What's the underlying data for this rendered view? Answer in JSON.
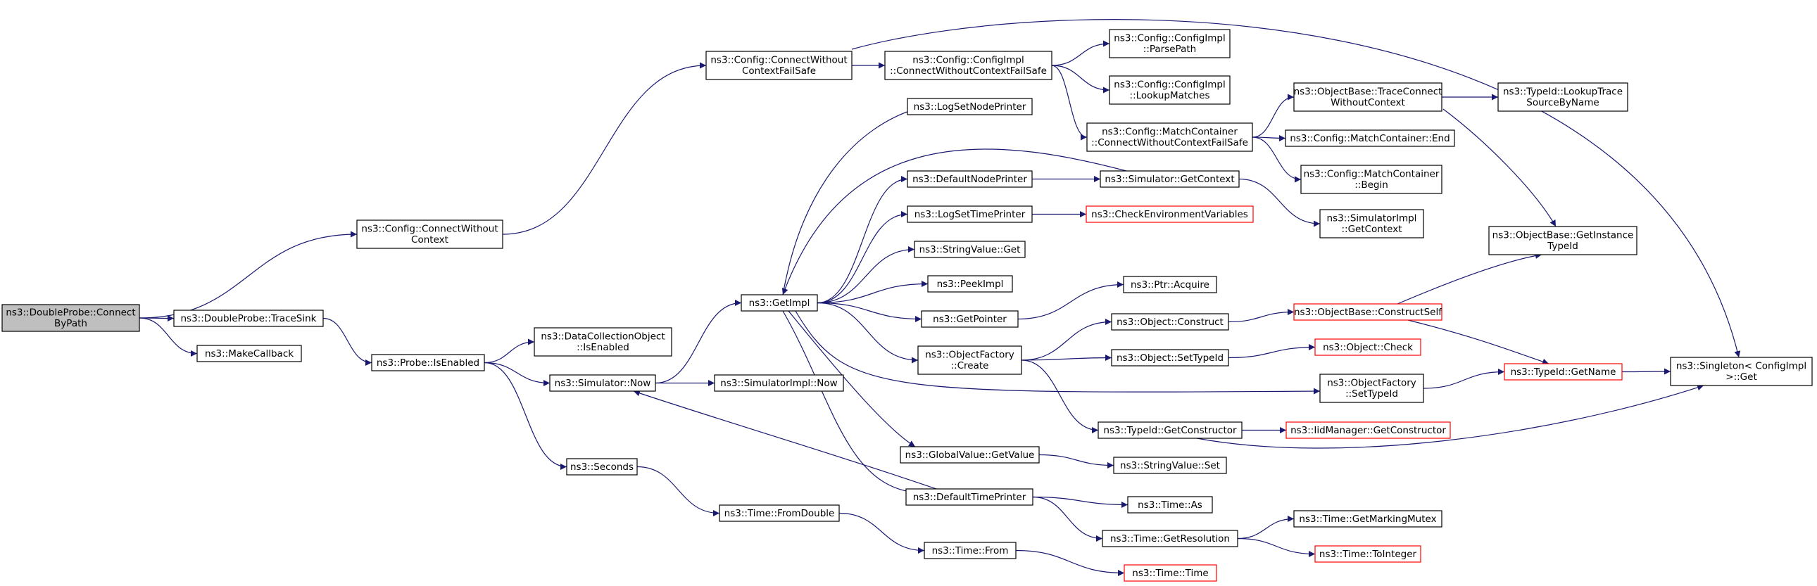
{
  "colors": {
    "edge": "#191970",
    "node_border": "#000000",
    "node_fill": "#ffffff",
    "root_fill": "#bfbfbf",
    "truncated_border": "#ff0000"
  },
  "nodes": [
    {
      "id": "doubleprobe-connectbypath",
      "lines": [
        "ns3::DoubleProbe::Connect",
        "ByPath"
      ],
      "style": "root"
    },
    {
      "id": "config-connectwithoutcontext",
      "lines": [
        "ns3::Config::ConnectWithout",
        "Context"
      ],
      "style": "normal"
    },
    {
      "id": "doubleprobe-tracesink",
      "lines": [
        "ns3::DoubleProbe::TraceSink"
      ],
      "style": "normal"
    },
    {
      "id": "makecallback",
      "lines": [
        "ns3::MakeCallback"
      ],
      "style": "normal"
    },
    {
      "id": "config-connectwithoutcontextfailsafe",
      "lines": [
        "ns3::Config::ConnectWithout",
        "ContextFailSafe"
      ],
      "style": "normal"
    },
    {
      "id": "probe-isenabled",
      "lines": [
        "ns3::Probe::IsEnabled"
      ],
      "style": "normal"
    },
    {
      "id": "datacollectionobject-isenabled",
      "lines": [
        "ns3::DataCollectionObject",
        "::IsEnabled"
      ],
      "style": "normal"
    },
    {
      "id": "simulator-now",
      "lines": [
        "ns3::Simulator::Now"
      ],
      "style": "normal"
    },
    {
      "id": "seconds",
      "lines": [
        "ns3::Seconds"
      ],
      "style": "normal"
    },
    {
      "id": "time-fromdouble",
      "lines": [
        "ns3::Time::FromDouble"
      ],
      "style": "normal"
    },
    {
      "id": "getimpl",
      "lines": [
        "ns3::GetImpl"
      ],
      "style": "normal"
    },
    {
      "id": "simulatorimpl-now",
      "lines": [
        "ns3::SimulatorImpl::Now"
      ],
      "style": "normal"
    },
    {
      "id": "configimpl-connectwithoutcontextfailsafe",
      "lines": [
        "ns3::Config::ConfigImpl",
        "::ConnectWithoutContextFailSafe"
      ],
      "style": "normal"
    },
    {
      "id": "logsetnodeprinter",
      "lines": [
        "ns3::LogSetNodePrinter"
      ],
      "style": "normal"
    },
    {
      "id": "defaultnodeprinter",
      "lines": [
        "ns3::DefaultNodePrinter"
      ],
      "style": "normal"
    },
    {
      "id": "logsettimeprinter",
      "lines": [
        "ns3::LogSetTimePrinter"
      ],
      "style": "normal"
    },
    {
      "id": "stringvalue-get",
      "lines": [
        "ns3::StringValue::Get"
      ],
      "style": "normal"
    },
    {
      "id": "peekimpl",
      "lines": [
        "ns3::PeekImpl"
      ],
      "style": "normal"
    },
    {
      "id": "getpointer",
      "lines": [
        "ns3::GetPointer"
      ],
      "style": "normal"
    },
    {
      "id": "objectfactory-create",
      "lines": [
        "ns3::ObjectFactory",
        "::Create"
      ],
      "style": "normal"
    },
    {
      "id": "globalvalue-getvalue",
      "lines": [
        "ns3::GlobalValue::GetValue"
      ],
      "style": "normal"
    },
    {
      "id": "defaulttimeprinter",
      "lines": [
        "ns3::DefaultTimePrinter"
      ],
      "style": "normal"
    },
    {
      "id": "time-from",
      "lines": [
        "ns3::Time::From"
      ],
      "style": "normal"
    },
    {
      "id": "configimpl-parsepath",
      "lines": [
        "ns3::Config::ConfigImpl",
        "::ParsePath"
      ],
      "style": "normal"
    },
    {
      "id": "configimpl-lookupmatches",
      "lines": [
        "ns3::Config::ConfigImpl",
        "::LookupMatches"
      ],
      "style": "normal"
    },
    {
      "id": "matchcontainer-connectwithoutcontextfailsafe",
      "lines": [
        "ns3::Config::MatchContainer",
        "::ConnectWithoutContextFailSafe"
      ],
      "style": "normal"
    },
    {
      "id": "simulator-getcontext",
      "lines": [
        "ns3::Simulator::GetContext"
      ],
      "style": "normal"
    },
    {
      "id": "checkenvironmentvariables",
      "lines": [
        "ns3::CheckEnvironmentVariables"
      ],
      "style": "truncated"
    },
    {
      "id": "ptr-acquire",
      "lines": [
        "ns3::Ptr::Acquire"
      ],
      "style": "normal"
    },
    {
      "id": "object-construct",
      "lines": [
        "ns3::Object::Construct"
      ],
      "style": "normal"
    },
    {
      "id": "object-settypeid",
      "lines": [
        "ns3::Object::SetTypeId"
      ],
      "style": "normal"
    },
    {
      "id": "objectfactory-settypeid",
      "lines": [
        "ns3::ObjectFactory",
        "::SetTypeId"
      ],
      "style": "normal"
    },
    {
      "id": "typeid-getconstructor",
      "lines": [
        "ns3::TypeId::GetConstructor"
      ],
      "style": "normal"
    },
    {
      "id": "stringvalue-set",
      "lines": [
        "ns3::StringValue::Set"
      ],
      "style": "normal"
    },
    {
      "id": "time-as",
      "lines": [
        "ns3::Time::As"
      ],
      "style": "normal"
    },
    {
      "id": "time-getresolution",
      "lines": [
        "ns3::Time::GetResolution"
      ],
      "style": "normal"
    },
    {
      "id": "time-time",
      "lines": [
        "ns3::Time::Time"
      ],
      "style": "truncated"
    },
    {
      "id": "objectbase-traceconnectwithoutcontext",
      "lines": [
        "ns3::ObjectBase::TraceConnect",
        "WithoutContext"
      ],
      "style": "normal"
    },
    {
      "id": "matchcontainer-end",
      "lines": [
        "ns3::Config::MatchContainer::End"
      ],
      "style": "normal"
    },
    {
      "id": "matchcontainer-begin",
      "lines": [
        "ns3::Config::MatchContainer",
        "::Begin"
      ],
      "style": "normal"
    },
    {
      "id": "simulatorimpl-getcontext",
      "lines": [
        "ns3::SimulatorImpl",
        "::GetContext"
      ],
      "style": "normal"
    },
    {
      "id": "objectbase-constructself",
      "lines": [
        "ns3::ObjectBase::ConstructSelf"
      ],
      "style": "truncated"
    },
    {
      "id": "object-check",
      "lines": [
        "ns3::Object::Check"
      ],
      "style": "truncated"
    },
    {
      "id": "iidmanager-getconstructor",
      "lines": [
        "ns3::IidManager::GetConstructor"
      ],
      "style": "truncated"
    },
    {
      "id": "time-getmarkingmutex",
      "lines": [
        "ns3::Time::GetMarkingMutex"
      ],
      "style": "normal"
    },
    {
      "id": "time-tointeger",
      "lines": [
        "ns3::Time::ToInteger"
      ],
      "style": "truncated"
    },
    {
      "id": "typeid-lookuptracesourcebyname",
      "lines": [
        "ns3::TypeId::LookupTrace",
        "SourceByName"
      ],
      "style": "normal"
    },
    {
      "id": "objectbase-getinstancetypeid",
      "lines": [
        "ns3::ObjectBase::GetInstance",
        "TypeId"
      ],
      "style": "normal"
    },
    {
      "id": "typeid-getname",
      "lines": [
        "ns3::TypeId::GetName"
      ],
      "style": "truncated"
    },
    {
      "id": "singleton-get",
      "lines": [
        "ns3::Singleton< ConfigImpl",
        " >::Get"
      ],
      "style": "normal"
    }
  ],
  "edges": [
    [
      "doubleprobe-connectbypath",
      "config-connectwithoutcontext"
    ],
    [
      "doubleprobe-connectbypath",
      "doubleprobe-tracesink"
    ],
    [
      "doubleprobe-connectbypath",
      "makecallback"
    ],
    [
      "config-connectwithoutcontext",
      "config-connectwithoutcontextfailsafe"
    ],
    [
      "doubleprobe-tracesink",
      "probe-isenabled"
    ],
    [
      "config-connectwithoutcontextfailsafe",
      "configimpl-connectwithoutcontextfailsafe"
    ],
    [
      "config-connectwithoutcontextfailsafe",
      "singleton-get"
    ],
    [
      "probe-isenabled",
      "datacollectionobject-isenabled"
    ],
    [
      "probe-isenabled",
      "simulator-now"
    ],
    [
      "probe-isenabled",
      "seconds"
    ],
    [
      "simulator-now",
      "getimpl"
    ],
    [
      "simulator-now",
      "simulatorimpl-now"
    ],
    [
      "seconds",
      "time-fromdouble"
    ],
    [
      "time-fromdouble",
      "time-from"
    ],
    [
      "getimpl",
      "logsetnodeprinter"
    ],
    [
      "getimpl",
      "defaultnodeprinter"
    ],
    [
      "getimpl",
      "logsettimeprinter"
    ],
    [
      "getimpl",
      "stringvalue-get"
    ],
    [
      "getimpl",
      "peekimpl"
    ],
    [
      "getimpl",
      "getpointer"
    ],
    [
      "getimpl",
      "objectfactory-create"
    ],
    [
      "getimpl",
      "globalvalue-getvalue"
    ],
    [
      "getimpl",
      "defaulttimeprinter"
    ],
    [
      "getimpl",
      "objectfactory-settypeid"
    ],
    [
      "simulator-getcontext",
      "getimpl"
    ],
    [
      "defaulttimeprinter",
      "simulator-now"
    ],
    [
      "configimpl-connectwithoutcontextfailsafe",
      "configimpl-parsepath"
    ],
    [
      "configimpl-connectwithoutcontextfailsafe",
      "configimpl-lookupmatches"
    ],
    [
      "configimpl-connectwithoutcontextfailsafe",
      "matchcontainer-connectwithoutcontextfailsafe"
    ],
    [
      "defaultnodeprinter",
      "simulator-getcontext"
    ],
    [
      "logsettimeprinter",
      "checkenvironmentvariables"
    ],
    [
      "getpointer",
      "ptr-acquire"
    ],
    [
      "objectfactory-create",
      "object-construct"
    ],
    [
      "objectfactory-create",
      "object-settypeid"
    ],
    [
      "objectfactory-create",
      "typeid-getconstructor"
    ],
    [
      "globalvalue-getvalue",
      "stringvalue-set"
    ],
    [
      "defaulttimeprinter",
      "time-as"
    ],
    [
      "defaulttimeprinter",
      "time-getresolution"
    ],
    [
      "time-from",
      "time-time"
    ],
    [
      "matchcontainer-connectwithoutcontextfailsafe",
      "objectbase-traceconnectwithoutcontext"
    ],
    [
      "matchcontainer-connectwithoutcontextfailsafe",
      "matchcontainer-end"
    ],
    [
      "matchcontainer-connectwithoutcontextfailsafe",
      "matchcontainer-begin"
    ],
    [
      "simulator-getcontext",
      "simulatorimpl-getcontext"
    ],
    [
      "object-construct",
      "objectbase-constructself"
    ],
    [
      "object-settypeid",
      "object-check"
    ],
    [
      "objectfactory-settypeid",
      "typeid-getname"
    ],
    [
      "typeid-getconstructor",
      "iidmanager-getconstructor"
    ],
    [
      "typeid-getconstructor",
      "singleton-get"
    ],
    [
      "time-getresolution",
      "time-getmarkingmutex"
    ],
    [
      "time-getresolution",
      "time-tointeger"
    ],
    [
      "objectbase-traceconnectwithoutcontext",
      "typeid-lookuptracesourcebyname"
    ],
    [
      "objectbase-traceconnectwithoutcontext",
      "objectbase-getinstancetypeid"
    ],
    [
      "objectbase-constructself",
      "objectbase-getinstancetypeid"
    ],
    [
      "objectbase-constructself",
      "typeid-getname"
    ],
    [
      "typeid-getname",
      "singleton-get"
    ]
  ]
}
